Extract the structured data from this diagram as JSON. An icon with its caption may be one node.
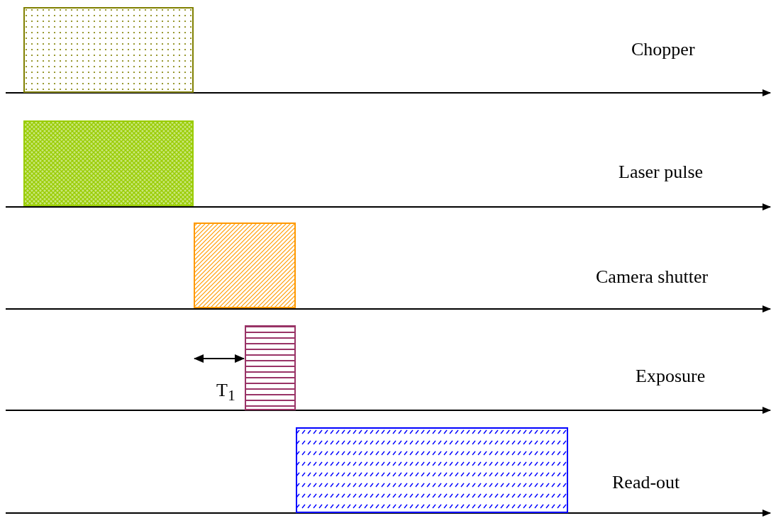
{
  "diagram": {
    "nodes": [
      {
        "text": [],
        "shape": "box"
      },
      {
        "text": [],
        "shape": "box"
      },
      {
        "text": [],
        "shape": "box"
      },
      {
        "text": [],
        "shape": "box"
      },
      {
        "text": [],
        "shape": "box"
      }
    ],
    "labels": [
      "Chopper",
      "Laser pulse",
      "Camera shutter",
      "Exposure",
      "T$_{1}$",
      "Read-out"
    ]
  }
}
